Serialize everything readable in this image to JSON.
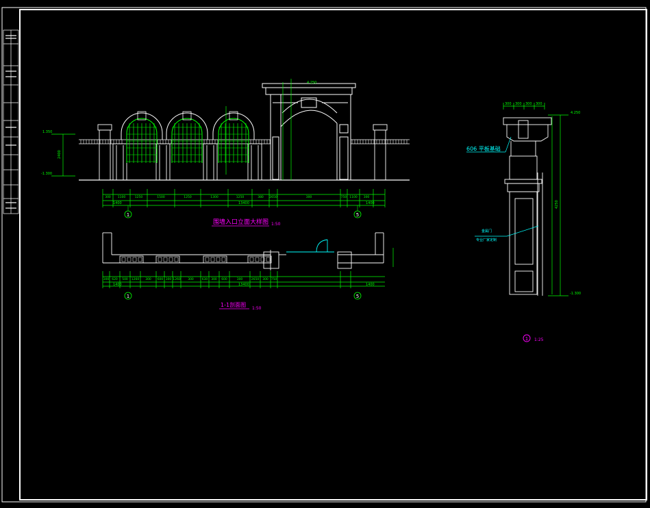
{
  "drawing": {
    "elevation_title": "围墙入口立面大样图",
    "elevation_scale": "1:50",
    "section_title": "1-1剖面图",
    "section_scale": "1:50",
    "detail_mark": "1",
    "detail_scale": "1:25",
    "axis_left": "1",
    "axis_right": "5",
    "detail_note_1": "606 平板基础",
    "detail_note_2a": "金属门",
    "detail_note_2b": "专业厂家定制"
  },
  "dims": {
    "elev_left_top": "1.350",
    "elev_left_mid": "2400",
    "elev_left_bot": "-1.300",
    "elev_gate_top": "4.250",
    "elev_bottom_row": [
      "300",
      "1100",
      "1250",
      "1500",
      "1250",
      "1300",
      "1250",
      "380",
      "2650",
      "300",
      "750",
      "1100",
      "300"
    ],
    "elev_sub_left": "1400",
    "elev_sub_right": "1400",
    "elev_total": "13400",
    "sect_bottom_row": [
      "300",
      "620",
      "500",
      "1260",
      "300",
      "600",
      "300",
      "1260",
      "300",
      "630",
      "300",
      "600",
      "300",
      "2650",
      "300",
      "750"
    ],
    "sect_sub_left": "1400",
    "sect_sub_right": "1400",
    "sect_total": "13400",
    "detail_top": [
      "300",
      "300",
      "300",
      "300"
    ],
    "detail_right_top": "4.250",
    "detail_right_bot": "-1.300",
    "detail_right_mid": "4250"
  },
  "colors": {
    "background": "#000000",
    "line_white": "#ffffff",
    "dim_green": "#00ff00",
    "note_cyan": "#00ffff",
    "title_magenta": "#ff00ff"
  }
}
